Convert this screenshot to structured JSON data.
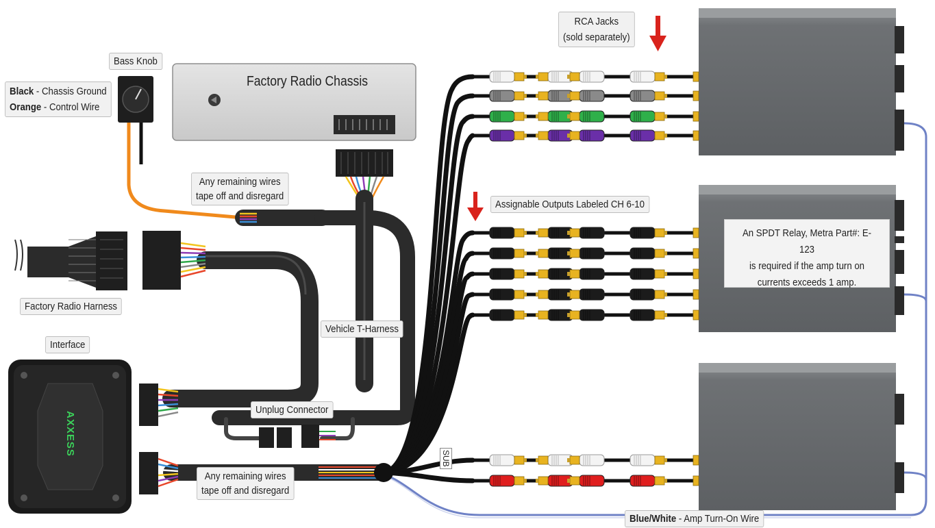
{
  "labels": {
    "bass_knob": "Bass Knob",
    "black_wire_color": "Black",
    "black_wire_desc": " - Chassis Ground",
    "orange_wire_color": "Orange",
    "orange_wire_desc": " - Control Wire",
    "factory_radio_chassis": "Factory Radio Chassis",
    "remaining_wires_top_line1": "Any remaining wires",
    "remaining_wires_top_line2": "tape off and disregard",
    "factory_radio_harness": "Factory Radio Harness",
    "interface": "Interface",
    "vehicle_t_harness": "Vehicle T-Harness",
    "unplug_connector": "Unplug Connector",
    "remaining_wires_bottom_line1": "Any remaining wires",
    "remaining_wires_bottom_line2": "tape off and disregard",
    "rca_jacks_line1": "RCA Jacks",
    "rca_jacks_line2": "(sold separately)",
    "assignable_outputs": "Assignable Outputs Labeled CH 6-10",
    "relay_note_line1": "An SPDT Relay, Metra Part#: E-123",
    "relay_note_line2": "is required if the amp turn on",
    "relay_note_line3": "currents exceeds 1 amp.",
    "sub_tag": "SUB",
    "blue_white": "Blue/White",
    "amp_turn_on_desc": " - Amp Turn-On Wire",
    "interface_logo": "AXXESS"
  },
  "colors": {
    "rca_white": "#f4f4f4",
    "rca_gray": "#8a8a8a",
    "rca_green": "#2fb04a",
    "rca_purple": "#6a2fa8",
    "rca_red": "#e01e1e",
    "rca_black": "#1b1b1b",
    "gold_tip": "#e8b320",
    "orange_wire": "#f08a1c",
    "blue_white_wire": "#6f82c6",
    "amp_body": "#6f7275",
    "arrow_red": "#d9231c"
  },
  "rca_rows_top": [
    "white",
    "gray",
    "green",
    "purple"
  ],
  "rca_rows_assignable": [
    "black",
    "black",
    "black",
    "black",
    "black"
  ],
  "rca_rows_sub": [
    "white",
    "red"
  ]
}
